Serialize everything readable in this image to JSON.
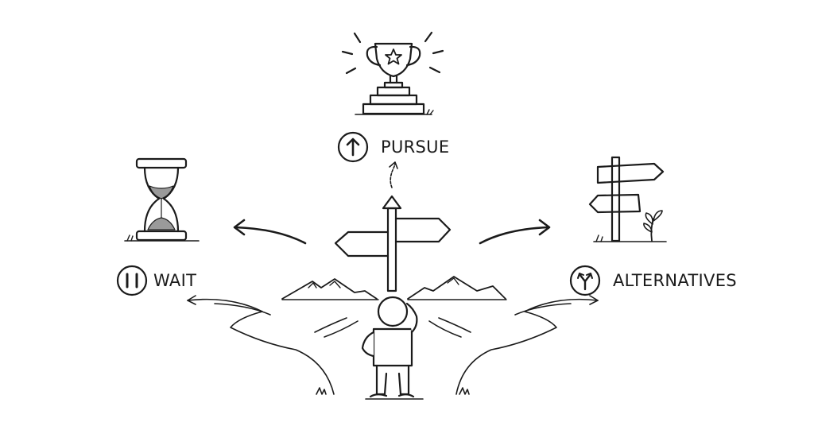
{
  "options": {
    "pursue": {
      "label": "PURSUE",
      "icon": "up-arrow-circle-icon"
    },
    "wait": {
      "label": "WAIT",
      "icon": "pause-circle-icon"
    },
    "alternatives": {
      "label": "ALTERNATIVES",
      "icon": "fork-arrow-circle-icon"
    }
  },
  "colors": {
    "ink": "#1b1b1b",
    "background": "#ffffff",
    "shade": "#9a9a9a"
  }
}
